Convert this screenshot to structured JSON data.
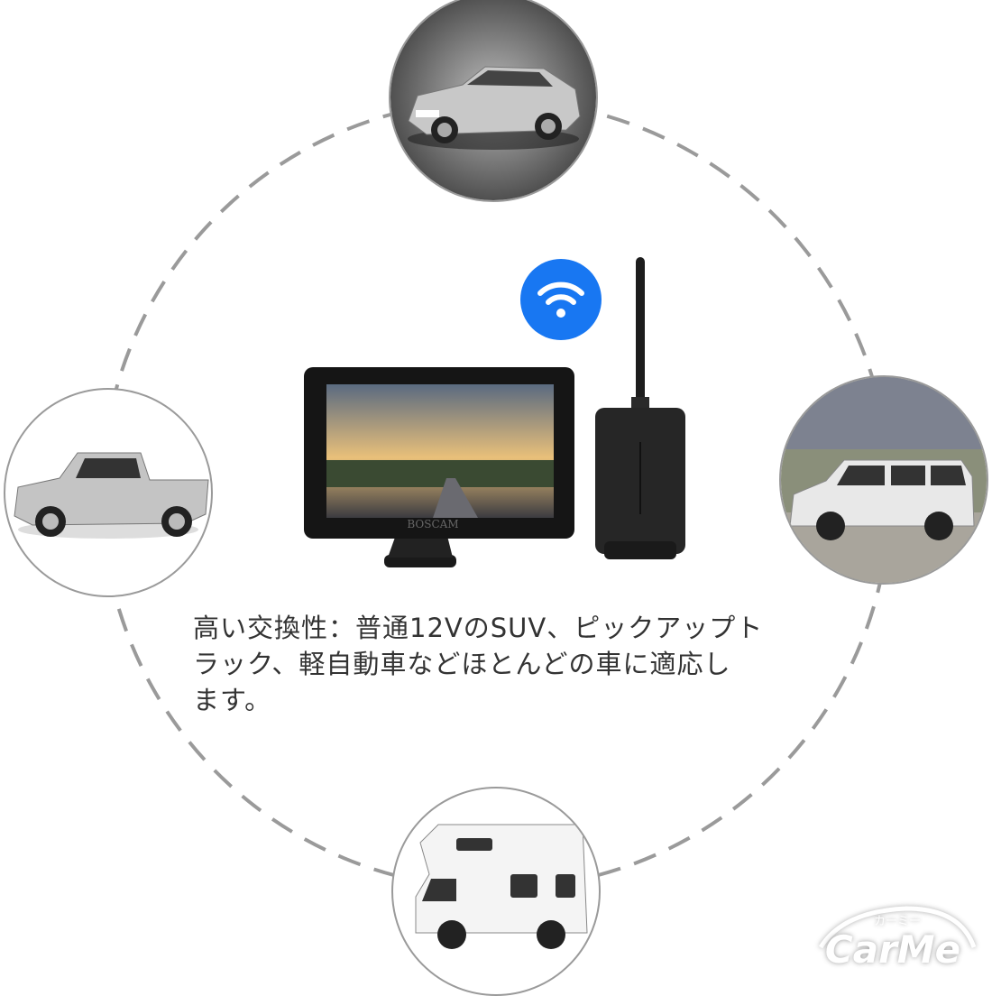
{
  "caption": {
    "lines": [
      "高い交換性：普通12VのSUV、ピックアップト",
      "ラック、軽自動車などほとんどの車に適応し",
      "ます。"
    ]
  },
  "monitor": {
    "brand": "BOSCAM"
  },
  "logo": {
    "text": "CarMe",
    "kana": "カーミー"
  },
  "icons": {
    "wifi": "wifi-icon"
  },
  "colors": {
    "wifi_blue": "#1877f2",
    "ring": "#9a9a9a",
    "text": "#333333"
  }
}
